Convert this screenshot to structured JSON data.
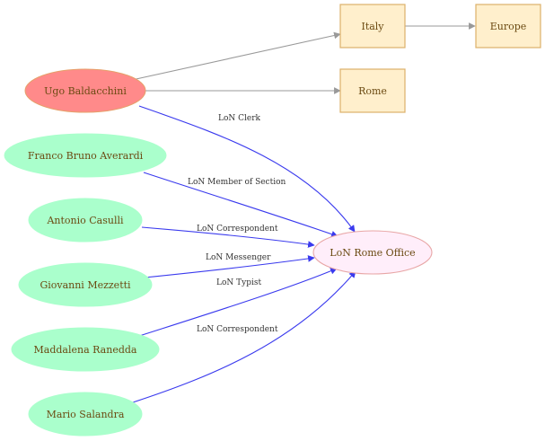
{
  "colors": {
    "focus_fill": "#ff8a8a",
    "focus_stroke": "#e6a06a",
    "person_fill": "#aaffcc",
    "person_stroke": "#aaffcc",
    "org_fill": "#ffeefa",
    "org_stroke": "#e8a6a6",
    "place_fill": "#ffefcc",
    "place_stroke": "#dcb06a",
    "edge_blue": "#3a3aee",
    "edge_grey": "#999999"
  },
  "nodes": {
    "ugo": "Ugo Baldacchini",
    "italy": "Italy",
    "europe": "Europe",
    "rome": "Rome",
    "franco": "Franco Bruno Averardi",
    "antonio": "Antonio Casulli",
    "giovanni": "Giovanni Mezzetti",
    "maddalena": "Maddalena Ranedda",
    "mario": "Mario Salandra",
    "office": "LoN Rome Office"
  },
  "edges": {
    "ugo_office": "LoN Clerk",
    "franco_office": "LoN Member of Section",
    "antonio_office": "LoN Correspondent",
    "giovanni_office": "LoN Messenger",
    "maddalena_office": "LoN Typist",
    "mario_office": "LoN Correspondent"
  }
}
